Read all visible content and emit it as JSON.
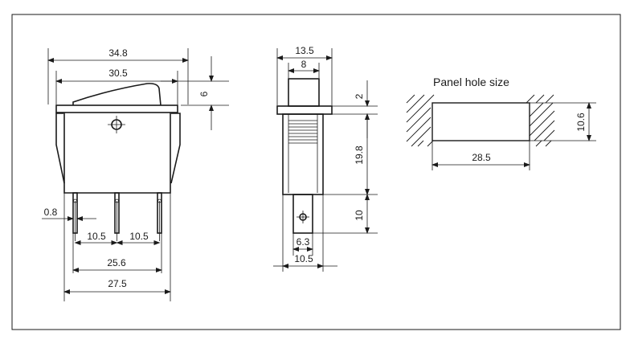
{
  "front_view": {
    "width_overall": "34.8",
    "width_rocker": "30.5",
    "rocker_height": "6",
    "pin_width": "0.8",
    "pin_pitch_left": "10.5",
    "pin_pitch_right": "10.5",
    "pin_span": "25.6",
    "body_width": "27.5"
  },
  "side_view": {
    "width_top": "13.5",
    "width_rocker": "8",
    "flange_thickness": "2",
    "body_height": "19.8",
    "terminal_length": "10",
    "terminal_width": "6.3",
    "body_depth": "10.5"
  },
  "panel": {
    "title": "Panel hole size",
    "height": "10.6",
    "width": "28.5"
  }
}
